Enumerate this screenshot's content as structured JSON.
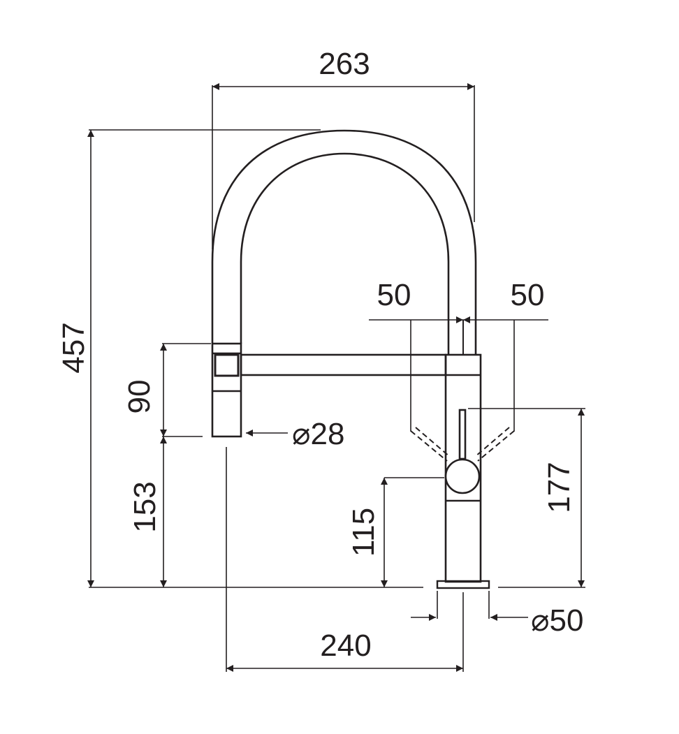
{
  "drawing": {
    "line_color": "#231f20",
    "background": "#ffffff",
    "dimensions": {
      "overall_width": "263",
      "overall_height": "457",
      "handle_offset_left": "50",
      "handle_offset_right": "50",
      "spray_head_length": "90",
      "spray_head_diameter": "⌀28",
      "spout_clearance": "153",
      "handle_height": "115",
      "body_height": "177",
      "reach": "240",
      "base_diameter": "⌀50"
    }
  }
}
